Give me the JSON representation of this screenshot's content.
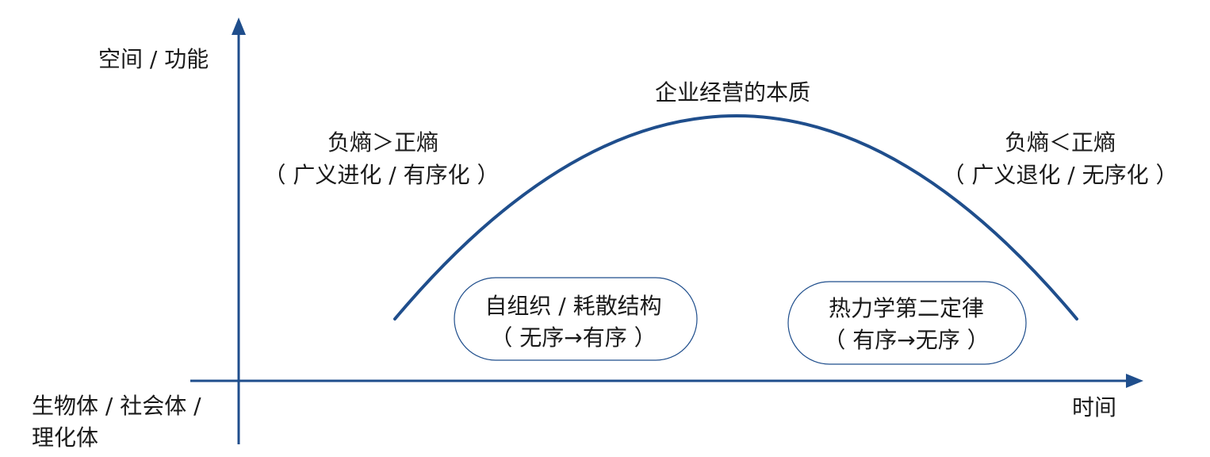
{
  "y_axis": {
    "label": "空间 / 功能"
  },
  "x_axis": {
    "label": "时间",
    "origin_label_line1": "生物体 / 社会体 /",
    "origin_label_line2": "理化体"
  },
  "curve": {
    "peak_label": "企业经营的本质"
  },
  "left_phase": {
    "line1": "负熵＞正熵",
    "line2": "（ 广义进化 / 有序化 ）"
  },
  "right_phase": {
    "line1": "负熵＜正熵",
    "line2": "（ 广义退化 / 无序化 ）"
  },
  "left_bubble": {
    "line1": "自组织 / 耗散结构",
    "line2": "（ 无序→有序 ）"
  },
  "right_bubble": {
    "line1": "热力学第二定律",
    "line2": "（ 有序→无序 ）"
  },
  "colors": {
    "axis": "#1f4e8c",
    "curve": "#1f4e8c",
    "text": "#1a1a1a"
  }
}
